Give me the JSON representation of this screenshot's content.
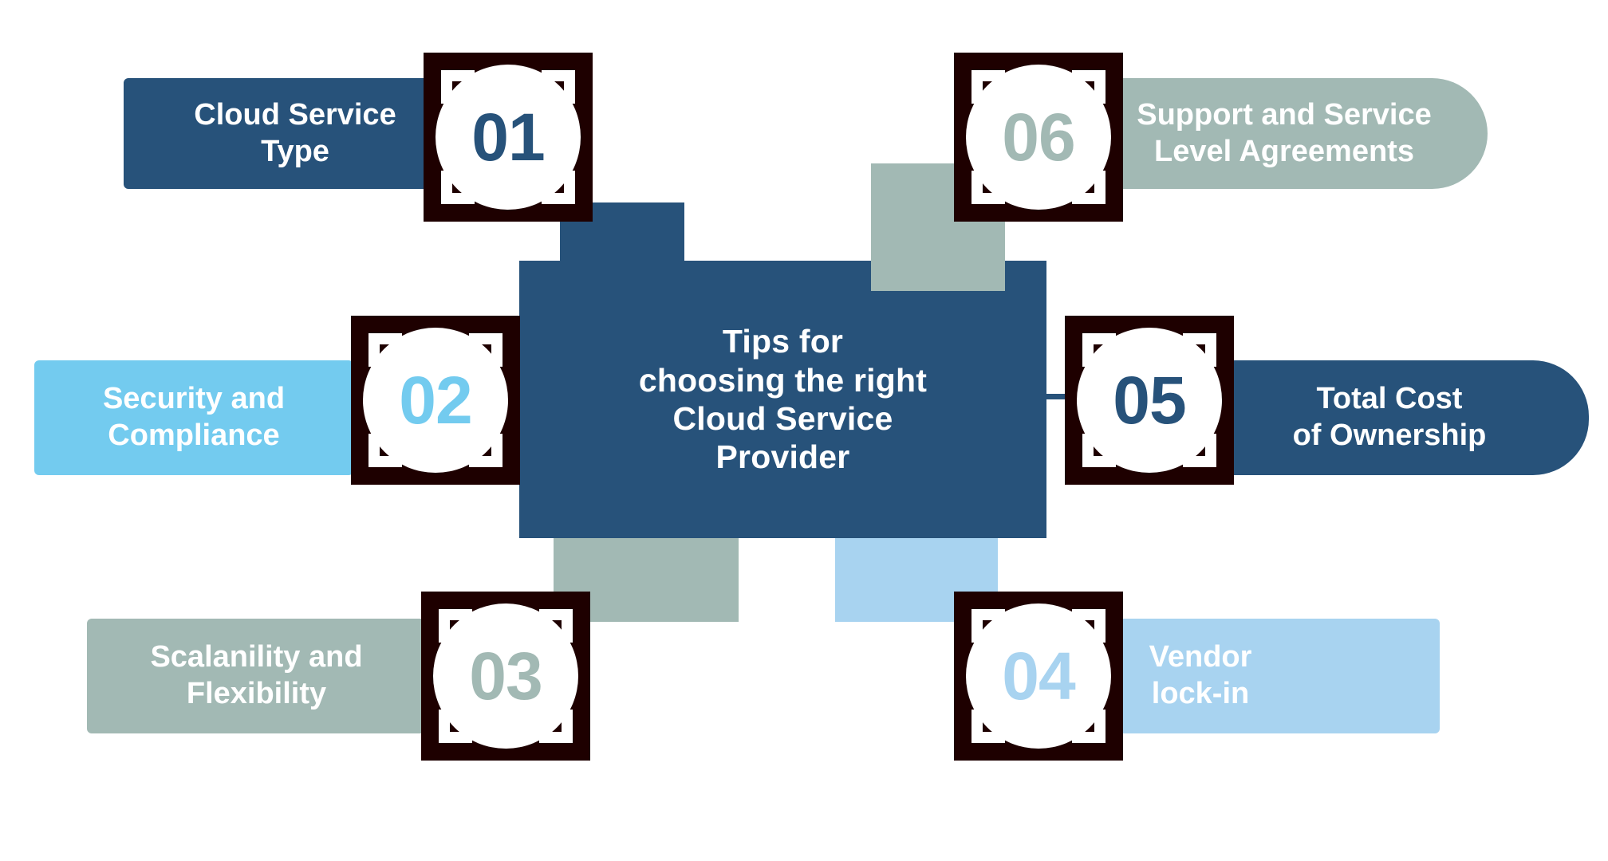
{
  "diagram": {
    "title_lines": [
      "Tips for",
      "choosing the right",
      "Cloud Service",
      "Provider"
    ],
    "hub_label": "Tips for\nchoosing the right\nCloud Service\nProvider",
    "palette": {
      "dark_blue": "#27527A",
      "sky_blue": "#73CBEF",
      "pale_blue": "#A8D3F0",
      "sage_green": "#A2B9B4",
      "frame_dark": "#1E0000",
      "white": "#FFFFFF",
      "background": "#FFFFFF"
    },
    "items": [
      {
        "number": "01",
        "label": "Cloud Service Type",
        "label_lines": [
          "Cloud Service",
          "Type"
        ],
        "color": "#27527A",
        "side": "left",
        "row": "top"
      },
      {
        "number": "02",
        "label": "Security and Compliance",
        "label_lines": [
          "Security and",
          "Compliance"
        ],
        "color": "#73CBEF",
        "side": "left",
        "row": "middle"
      },
      {
        "number": "03",
        "label": "Scalanility and Flexibility",
        "label_lines": [
          "Scalanility and",
          "Flexibility"
        ],
        "color": "#A2B9B4",
        "side": "left",
        "row": "bottom"
      },
      {
        "number": "04",
        "label": "Vendor lock-in",
        "label_lines": [
          "Vendor",
          "lock-in"
        ],
        "color": "#A8D3F0",
        "side": "right",
        "row": "bottom"
      },
      {
        "number": "05",
        "label": "Total Cost of Ownership",
        "label_lines": [
          "Total Cost",
          "of Ownership"
        ],
        "color": "#27527A",
        "side": "right",
        "row": "middle"
      },
      {
        "number": "06",
        "label": "Support and Service Level Agreements",
        "label_lines": [
          "Support and Service",
          "Level Agreements"
        ],
        "color": "#A2B9B4",
        "side": "right",
        "row": "top"
      }
    ]
  }
}
